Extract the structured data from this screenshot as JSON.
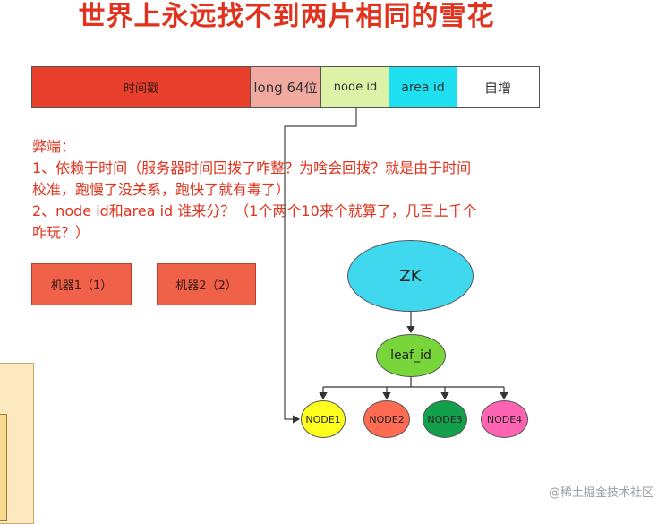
{
  "title": "世界上永远找不到两片相同的雪花",
  "layout_bar": {
    "timestamp": "时间戳",
    "long": "long 64位",
    "node_id": "node id",
    "area_id": "area id",
    "auto_inc": "自增"
  },
  "cons": {
    "heading": "弊端：",
    "line1": "1、依赖于时间（服务器时间回拨了咋整？为啥会回拨？就是由于时间",
    "line2": "校准，跑慢了没关系，跑快了就有毒了）",
    "line3": "2、node id和area id 谁来分？（1个两个10来个就算了，几百上千个",
    "line4": "咋玩？）"
  },
  "machines": [
    "机器1（1）",
    "机器2（2）"
  ],
  "tree": {
    "root": "ZK",
    "leaf": "leaf_id",
    "nodes": [
      "NODE1",
      "NODE2",
      "NODE3",
      "NODE4"
    ]
  },
  "watermark": "@稀土掘金技术社区",
  "colors": {
    "title": "#e0321c",
    "timestamp": "#e8402c",
    "long": "#f2aaa0",
    "node_id": "#ddf2a6",
    "area_id": "#1ee0f0",
    "zk": "#40d8ef",
    "leaf": "#78d63a",
    "node1": "#ffff1e",
    "node2": "#ff6b52",
    "node3": "#13a04c",
    "node4": "#ff64b2"
  }
}
